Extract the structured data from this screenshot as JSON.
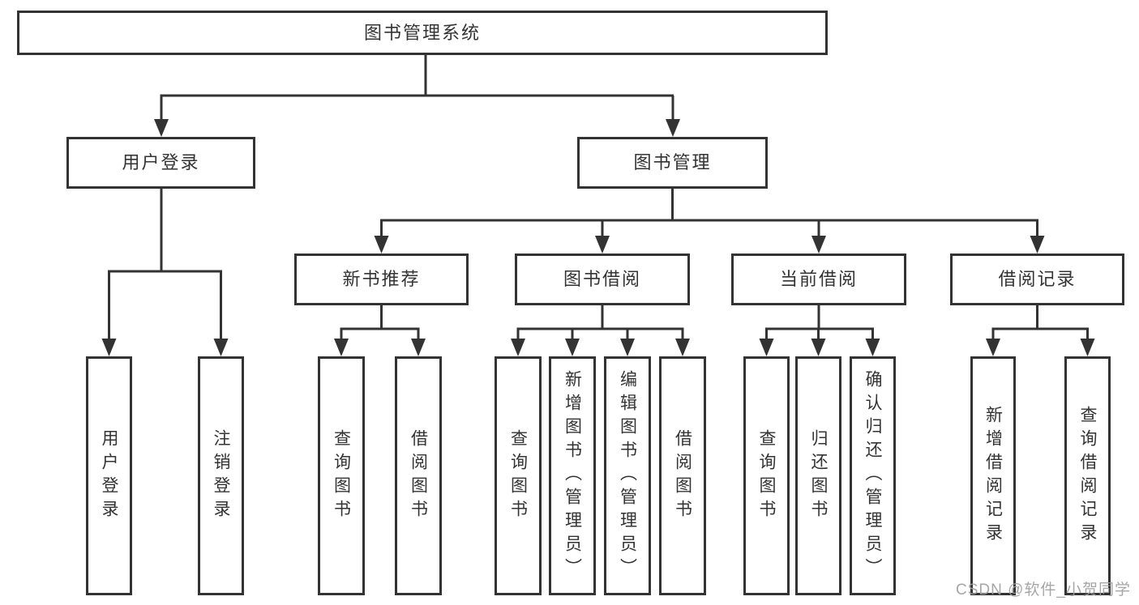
{
  "diagram": {
    "watermark": "CSDN @软件_小贺同学",
    "colors": {
      "line": "#333333",
      "text": "#333333",
      "box_background": "#ffffff",
      "watermark": "#9e9e9e"
    },
    "tree": {
      "root": {
        "label": "图书管理系统"
      },
      "branches": [
        {
          "label": "用户登录",
          "children": [
            {
              "label": "用户登录"
            },
            {
              "label": "注销登录"
            }
          ]
        },
        {
          "label": "图书管理",
          "children": [
            {
              "label": "新书推荐",
              "children": [
                {
                  "label": "查询图书"
                },
                {
                  "label": "借阅图书"
                }
              ]
            },
            {
              "label": "图书借阅",
              "children": [
                {
                  "label": "查询图书"
                },
                {
                  "label": "新增图书（管理员）"
                },
                {
                  "label": "编辑图书（管理员）"
                },
                {
                  "label": "借阅图书"
                }
              ]
            },
            {
              "label": "当前借阅",
              "children": [
                {
                  "label": "查询图书"
                },
                {
                  "label": "归还图书"
                },
                {
                  "label": "确认归还（管理员）"
                }
              ]
            },
            {
              "label": "借阅记录",
              "children": [
                {
                  "label": "新增借阅记录"
                },
                {
                  "label": "查询借阅记录"
                }
              ]
            }
          ]
        }
      ]
    }
  }
}
